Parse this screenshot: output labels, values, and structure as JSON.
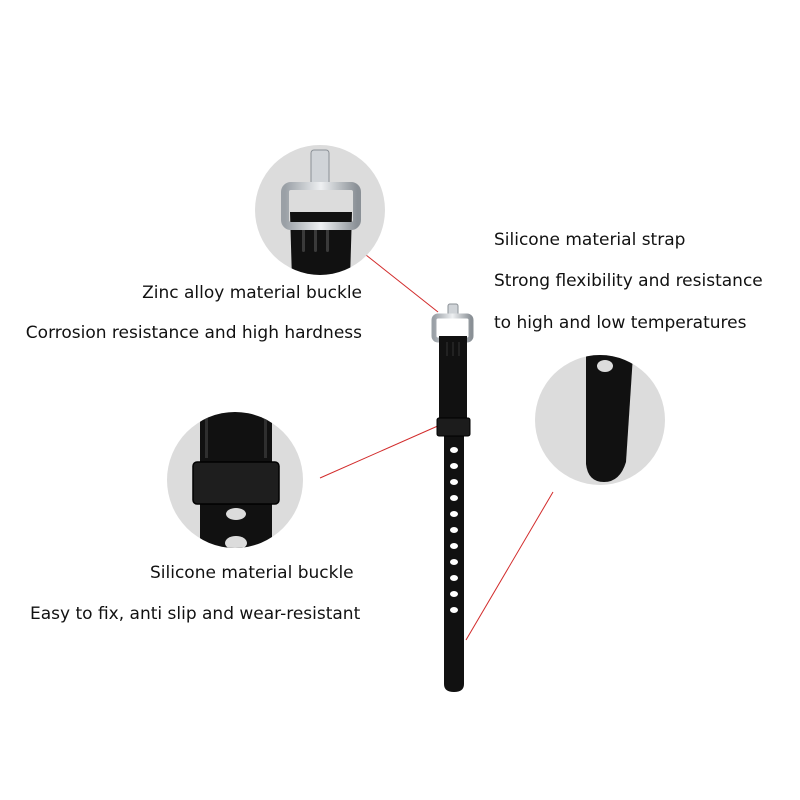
{
  "callouts": {
    "zinc_buckle": {
      "title": "Zinc alloy material buckle",
      "description": "Corrosion resistance and high hardness",
      "icon": "metal-buckle-closeup-icon"
    },
    "silicone_strap": {
      "title": "Silicone material strap",
      "line1": "Strong flexibility and resistance",
      "line2": "to high and low temperatures",
      "icon": "strap-tip-closeup-icon"
    },
    "silicone_buckle": {
      "title": "Silicone material buckle",
      "description": "Easy to fix, anti slip and wear-resistant",
      "icon": "strap-loop-closeup-icon"
    }
  },
  "colors": {
    "background": "#ffffff",
    "circle": "#dcdcdc",
    "strap": "#111111",
    "metal": "#c4c8cc",
    "leader_line": "#d22b2b"
  }
}
